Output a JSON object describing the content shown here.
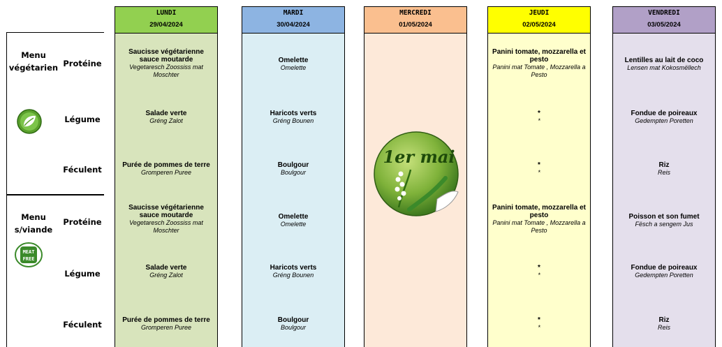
{
  "menus": [
    {
      "label": "Menu végétarien",
      "icon": "leaf-icon",
      "categories": [
        "Protéine",
        "Légume",
        "Féculent"
      ]
    },
    {
      "label": "Menu s/viande",
      "icon": "meat-free-icon",
      "icon_text_1": "MEAT",
      "icon_text_2": "FREE",
      "categories": [
        "Protéine",
        "Légume",
        "Féculent"
      ]
    }
  ],
  "days": [
    {
      "name": "LUNDI",
      "date": "29/04/2024",
      "header_color": "#92d050",
      "body_color": "#d8e4bc",
      "meals": [
        [
          {
            "fr": "Saucisse végétarienne sauce moutarde",
            "lu": "Vegetaresch Zoossiss mat Moschter"
          },
          {
            "fr": "Salade verte",
            "lu": "Gréng Zalot"
          },
          {
            "fr": "Purée de pommes de terre",
            "lu": "Gromperen Puree"
          }
        ],
        [
          {
            "fr": "Saucisse végétarienne sauce moutarde",
            "lu": "Vegetaresch Zoossiss mat Moschter"
          },
          {
            "fr": "Salade verte",
            "lu": "Gréng Zalot"
          },
          {
            "fr": "Purée de pommes de terre",
            "lu": "Gromperen Puree"
          }
        ]
      ]
    },
    {
      "name": "MARDI",
      "date": "30/04/2024",
      "header_color": "#8db4e2",
      "body_color": "#dbeef4",
      "meals": [
        [
          {
            "fr": "Omelette",
            "lu": "Omelette"
          },
          {
            "fr": "Haricots verts",
            "lu": "Gréng Bounen"
          },
          {
            "fr": "Boulgour",
            "lu": "Boulgour"
          }
        ],
        [
          {
            "fr": "Omelette",
            "lu": "Omelette"
          },
          {
            "fr": "Haricots verts",
            "lu": "Gréng Bounen"
          },
          {
            "fr": "Boulgour",
            "lu": "Boulgour"
          }
        ]
      ]
    },
    {
      "name": "MERCREDI",
      "date": "01/05/2024",
      "header_color": "#fabf8f",
      "body_color": "#fde9d9",
      "holiday_sticker_text": "1er mai",
      "meals": []
    },
    {
      "name": "JEUDI",
      "date": "02/05/2024",
      "header_color": "#ffff00",
      "body_color": "#ffffcc",
      "meals": [
        [
          {
            "fr": "Panini tomate, mozzarella et pesto",
            "lu": "Panini mat Tomate , Mozzarella a Pesto"
          },
          {
            "fr": "*",
            "lu": "*"
          },
          {
            "fr": "*",
            "lu": "*"
          }
        ],
        [
          {
            "fr": "Panini tomate, mozzarella et pesto",
            "lu": "Panini mat Tomate , Mozzarella a Pesto"
          },
          {
            "fr": "*",
            "lu": "*"
          },
          {
            "fr": "*",
            "lu": "*"
          }
        ]
      ]
    },
    {
      "name": "VENDREDI",
      "date": "03/05/2024",
      "header_color": "#b1a0c7",
      "body_color": "#e4dfec",
      "meals": [
        [
          {
            "fr": "Lentilles au lait de coco",
            "lu": "Lensen mat Kokosmëllech"
          },
          {
            "fr": "Fondue de poireaux",
            "lu": "Gedempten Poretten"
          },
          {
            "fr": "Riz",
            "lu": "Reis"
          }
        ],
        [
          {
            "fr": "Poisson et son fumet",
            "lu": "Fësch a sengem Jus"
          },
          {
            "fr": "Fondue de poireaux",
            "lu": "Gedempten Poretten"
          },
          {
            "fr": "Riz",
            "lu": "Reis"
          }
        ]
      ]
    }
  ]
}
